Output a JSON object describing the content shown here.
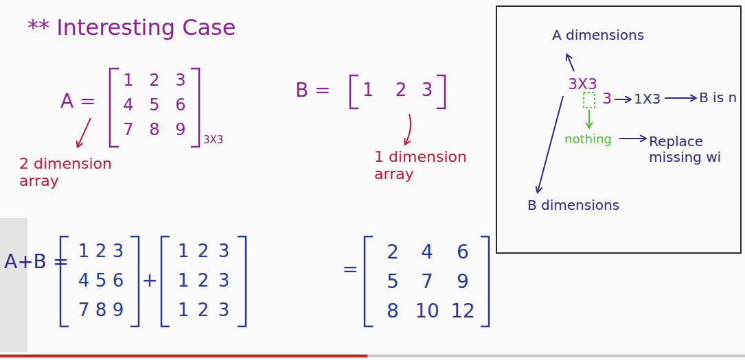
{
  "diagram": {
    "title": "** Interesting Case",
    "nodes": [
      {
        "text": [
          "A dimensions",
          "3X3",
          "3",
          "1X3",
          "B is n",
          "nothing",
          "Replace missing wi",
          "B dimensions"
        ]
      }
    ],
    "labels": [
      "A =",
      "1",
      "2",
      "3",
      "4",
      "5",
      "6",
      "7",
      "8",
      "9",
      "3X3",
      "B =",
      "1",
      "2",
      "3",
      "2 dimension array",
      "1 dimension array",
      "A+B =",
      "1",
      "2",
      "3",
      "4",
      "5",
      "6",
      "7",
      "8",
      "9",
      "+",
      "1",
      "2",
      "3",
      "1",
      "2",
      "3",
      "1",
      "2",
      "3",
      "=",
      "2",
      "4",
      "6",
      "5",
      "7",
      "9",
      "8",
      "10",
      "12"
    ]
  }
}
